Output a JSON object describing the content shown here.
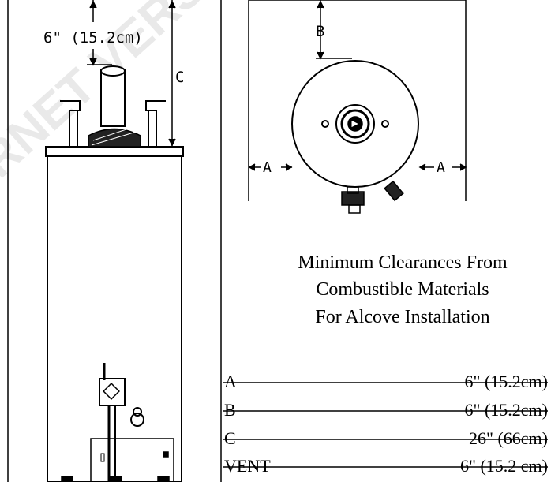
{
  "front_view": {
    "vent_clearance_label": "6\" (15.2cm)",
    "dimension_c_label": "C"
  },
  "top_view": {
    "dimension_b_label": "B",
    "dimension_a_label": "A"
  },
  "caption": {
    "line1": "Minimum Clearances From",
    "line2": "Combustible Materials",
    "line3": "For Alcove Installation"
  },
  "clearance_table": [
    {
      "name": "A",
      "value": "6\" (15.2cm)"
    },
    {
      "name": "B",
      "value": "6\" (15.2cm)"
    },
    {
      "name": "C",
      "value": "26\" (66cm)"
    },
    {
      "name": "VENT",
      "value": "6\" (15.2 cm)"
    }
  ],
  "watermark": "INTERNET VERSION"
}
